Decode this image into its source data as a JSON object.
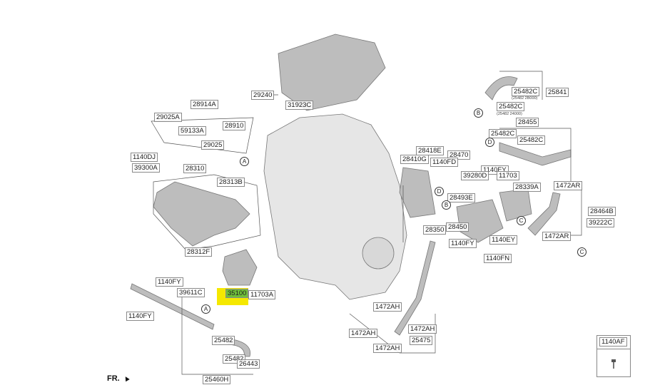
{
  "labels": {
    "p29240": "29240",
    "p31923C": "31923C",
    "p28914A": "28914A",
    "p29025A": "29025A",
    "p59133A": "59133A",
    "p28910": "28910",
    "p29025": "29025",
    "p1140DJ": "1140DJ",
    "p39300A": "39300A",
    "p28310": "28310",
    "p28313B": "28313B",
    "p28312F": "28312F",
    "p1140FY_a": "1140FY",
    "p39611C": "39611C",
    "p1140FY_b": "1140FY",
    "p35100": "35100",
    "p11703A": "11703A",
    "p25482_a": "25482",
    "p25482_b": "25482",
    "p26443": "26443",
    "p25460H": "25460H",
    "p25482C_a": "25482C",
    "p25841": "25841",
    "p25482C_b": "25482C",
    "p28455": "28455",
    "p25482C_c": "25482C",
    "p25482C_d": "25482C",
    "p28418E": "28418E",
    "p28470": "28470",
    "p28410G": "28410G",
    "p1140FD": "1140FD",
    "p1140FY_c": "1140FY",
    "p39280D": "39280D",
    "p11703": "11703",
    "p28339A": "28339A",
    "p1472AR_a": "1472AR",
    "p28493E": "28493E",
    "p28464B": "28464B",
    "p39222C": "39222C",
    "p28350": "28350",
    "p28450": "28450",
    "p1140EY": "1140EY",
    "p1472AR_b": "1472AR",
    "p1140FY_d": "1140FY",
    "p1140FN": "1140FN",
    "p1472AH_a": "1472AH",
    "p1472AH_b": "1472AH",
    "p1472AH_c": "1472AH",
    "p25475": "25475",
    "p1472AH_d": "1472AH",
    "p1140AF": "1140AF"
  },
  "sublabels": {
    "s1": "(25482 2B000)",
    "s2": "(25482 24000)"
  },
  "refs": {
    "a1": "A",
    "a2": "A",
    "b1": "B",
    "b2": "B",
    "c1": "C",
    "c2": "C",
    "d1": "D",
    "d2": "D"
  },
  "front_marker": "FR.",
  "highlight_color": "#f5e800"
}
